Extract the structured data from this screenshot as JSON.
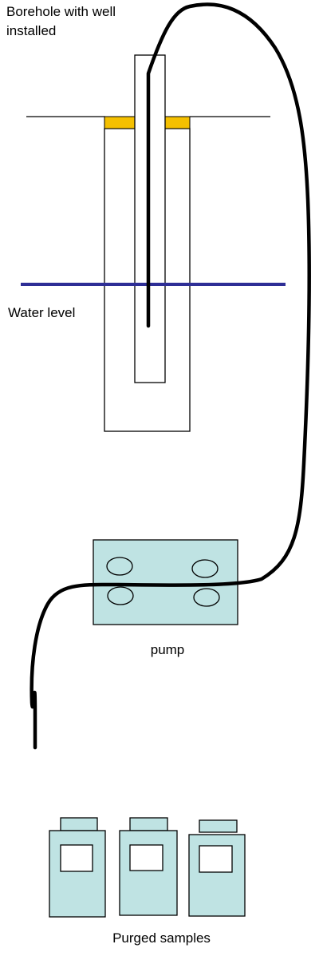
{
  "title_line1": "Borehole with well",
  "title_line2": "installed",
  "water_level_label": "Water level",
  "pump_label": "pump",
  "samples_label": "Purged samples",
  "colors": {
    "water_level_line": "#2e2e96",
    "seal": "#f5c000",
    "equipment_fill": "#bfe3e3",
    "tubing": "#000000"
  },
  "icons": [
    "borehole",
    "well-casing",
    "tubing",
    "pump",
    "sample-bottle"
  ]
}
